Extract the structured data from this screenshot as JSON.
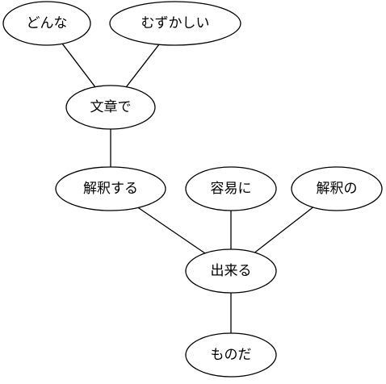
{
  "nodes": [
    {
      "id": "donna",
      "label": "どんな"
    },
    {
      "id": "muzukashii",
      "label": "むずかしい"
    },
    {
      "id": "bunshoude",
      "label": "文章で"
    },
    {
      "id": "kaishakusuru",
      "label": "解釈する"
    },
    {
      "id": "youini",
      "label": "容易に"
    },
    {
      "id": "kaishakuno",
      "label": "解釈の"
    },
    {
      "id": "dekiru",
      "label": "出来る"
    },
    {
      "id": "monoda",
      "label": "ものだ"
    }
  ],
  "edges": [
    {
      "from": "donna",
      "to": "bunshoude"
    },
    {
      "from": "muzukashii",
      "to": "bunshoude"
    },
    {
      "from": "bunshoude",
      "to": "kaishakusuru"
    },
    {
      "from": "kaishakusuru",
      "to": "dekiru"
    },
    {
      "from": "youini",
      "to": "dekiru"
    },
    {
      "from": "kaishakuno",
      "to": "dekiru"
    },
    {
      "from": "dekiru",
      "to": "monoda"
    }
  ],
  "colors": {
    "stroke": "#000000",
    "fill": "#ffffff",
    "text": "#000000"
  }
}
